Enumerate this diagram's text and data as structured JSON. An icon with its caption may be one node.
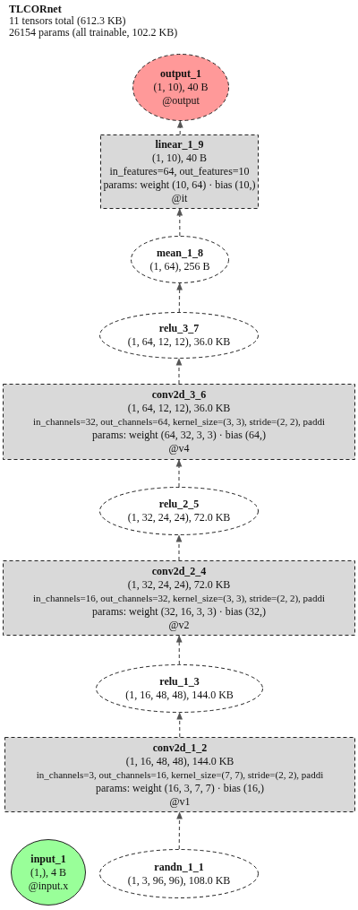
{
  "diagram": {
    "title": "TLCORnet",
    "labels": [
      "11 tensors total (612.3 KB)",
      "26154 params (all trainable, 102.2 KB)"
    ],
    "nodes": [
      {
        "text": [
          "output_1",
          "(1, 10), 40 B",
          "@output"
        ]
      },
      {
        "text": [
          "linear_1_9",
          "(1, 10), 40 B",
          "in_features=64, out_features=10",
          "params: weight (10, 64) · bias (10,)",
          "@it"
        ]
      },
      {
        "text": [
          "mean_1_8",
          "(1, 64), 256 B"
        ]
      },
      {
        "text": [
          "relu_3_7",
          "(1, 64, 12, 12), 36.0 KB"
        ]
      },
      {
        "text": [
          "conv2d_3_6",
          "(1, 64, 12, 12), 36.0 KB",
          "in_channels=32, out_channels=64, kernel_size=(3, 3), stride=(2, 2), paddi",
          "params: weight (64, 32, 3, 3) · bias (64,)",
          "@v4"
        ]
      },
      {
        "text": [
          "relu_2_5",
          "(1, 32, 24, 24), 72.0 KB"
        ]
      },
      {
        "text": [
          "conv2d_2_4",
          "(1, 32, 24, 24), 72.0 KB",
          "in_channels=16, out_channels=32, kernel_size=(3, 3), stride=(2, 2), paddi",
          "params: weight (32, 16, 3, 3) · bias (32,)",
          "@v2"
        ]
      },
      {
        "text": [
          "relu_1_3",
          "(1, 16, 48, 48), 144.0 KB"
        ]
      },
      {
        "text": [
          "conv2d_1_2",
          "(1, 16, 48, 48), 144.0 KB",
          "in_channels=3, out_channels=16, kernel_size=(7, 7), stride=(2, 2), paddi",
          "params: weight (16, 3, 7, 7) · bias (16,)",
          "@v1"
        ]
      },
      {
        "text": [
          "input_1",
          "(1,), 4 B",
          "@input.x"
        ]
      },
      {
        "text": [
          "randn_1_1",
          "(1, 3, 96, 96), 108.0 KB"
        ]
      }
    ],
    "edges": [
      {
        "from": 10,
        "to": 8,
        "arrow": "to",
        "style": "dashed"
      },
      {
        "from": 8,
        "to": 7,
        "arrow": "to",
        "style": "dashed"
      },
      {
        "from": 7,
        "to": 6,
        "arrow": "to",
        "style": "dashed"
      },
      {
        "from": 6,
        "to": 5,
        "arrow": "to",
        "style": "dashed"
      },
      {
        "from": 5,
        "to": 4,
        "arrow": "to",
        "style": "dashed"
      },
      {
        "from": 4,
        "to": 3,
        "arrow": "to",
        "style": "dashed"
      },
      {
        "from": 3,
        "to": 2,
        "arrow": "to",
        "style": "dashed"
      },
      {
        "from": 2,
        "to": 1,
        "arrow": "to",
        "style": "dashed"
      },
      {
        "from": 1,
        "to": 0,
        "arrow": "to",
        "style": "dashed"
      }
    ]
  }
}
